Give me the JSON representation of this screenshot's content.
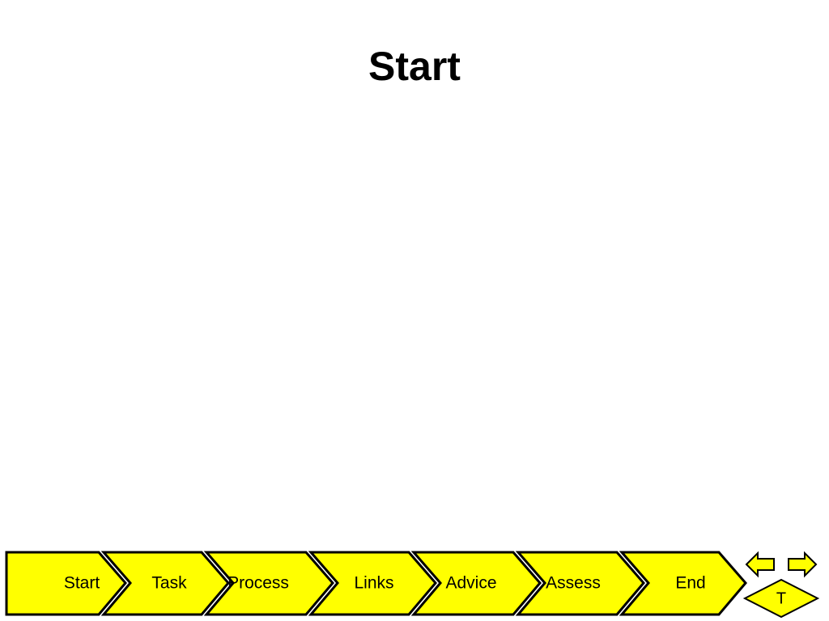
{
  "slide": {
    "title": "Start"
  },
  "nav": {
    "steps": [
      {
        "label": "Start"
      },
      {
        "label": "Task"
      },
      {
        "label": "Process"
      },
      {
        "label": "Links"
      },
      {
        "label": "Advice"
      },
      {
        "label": "Assess"
      },
      {
        "label": "End"
      }
    ],
    "controls": {
      "prev_icon": "left-arrow-icon",
      "next_icon": "right-arrow-icon",
      "top_label": "T"
    },
    "colors": {
      "fill": "#ffff00",
      "stroke": "#000000"
    }
  }
}
